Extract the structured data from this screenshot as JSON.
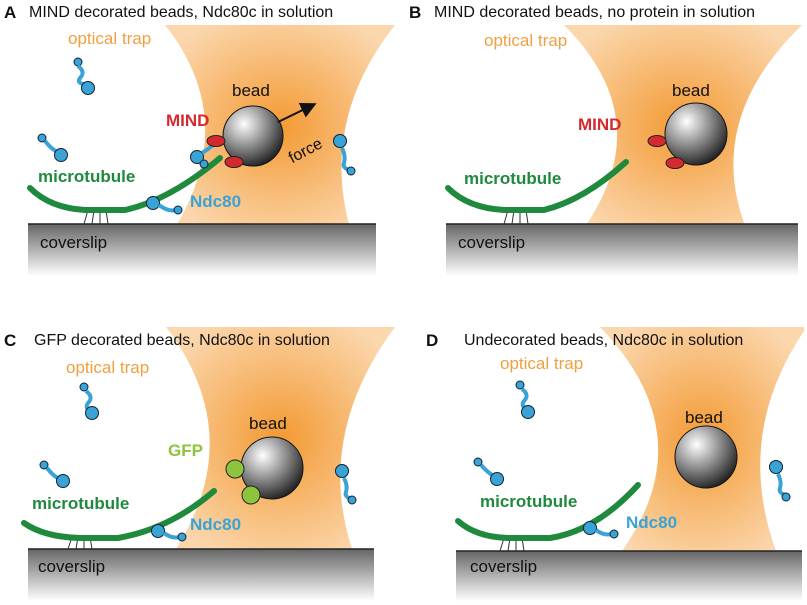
{
  "panels": {
    "a": {
      "letter": "A",
      "title": "MIND decorated beads, Ndc80c in solution",
      "trap": "optical trap",
      "bead": "bead",
      "decoration": "MIND",
      "microtubule": "microtubule",
      "ndc80": "Ndc80",
      "coverslip": "coverslip",
      "force": "force"
    },
    "b": {
      "letter": "B",
      "title": "MIND decorated beads, no protein in solution",
      "trap": "optical trap",
      "bead": "bead",
      "decoration": "MIND",
      "microtubule": "microtubule",
      "coverslip": "coverslip"
    },
    "c": {
      "letter": "C",
      "title": "GFP decorated beads, Ndc80c in solution",
      "trap": "optical trap",
      "bead": "bead",
      "decoration": "GFP",
      "microtubule": "microtubule",
      "ndc80": "Ndc80",
      "coverslip": "coverslip"
    },
    "d": {
      "letter": "D",
      "title": "Undecorated beads, Ndc80c in solution",
      "trap": "optical trap",
      "bead": "bead",
      "microtubule": "microtubule",
      "ndc80": "Ndc80",
      "coverslip": "coverslip"
    }
  },
  "colors": {
    "trap": "#f7a94f",
    "microtubule": "#1f8a3e",
    "ndc80": "#3aa3d6",
    "mind": "#d42a2f",
    "gfp": "#8cc43e",
    "coverslip": "#6f6f6f"
  }
}
